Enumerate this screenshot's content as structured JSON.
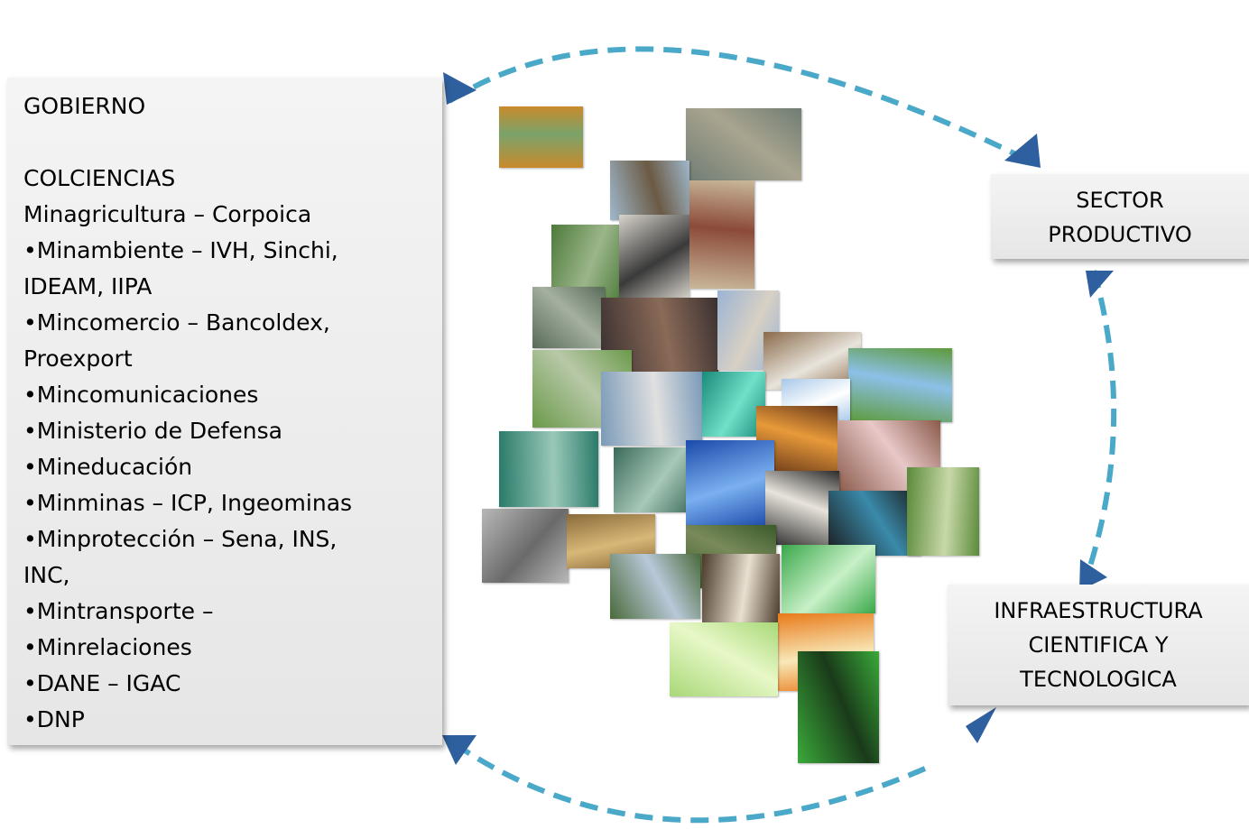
{
  "government": {
    "heading": "GOBIERNO",
    "lines": [
      "COLCIENCIAS",
      "Minagricultura – Corpoica",
      "•Minambiente – IVH, Sinchi,",
      "IDEAM, IIPA",
      "•Mincomercio – Bancoldex,",
      "Proexport",
      "•Mincomunicaciones",
      "•Ministerio de Defensa",
      "•Mineducación",
      "•Minminas – ICP, Ingeominas",
      "•Minprotección  –  Sena, INS,",
      "INC,",
      "•Mintransporte –",
      "•Minrelaciones",
      "•DANE –  IGAC",
      "•DNP"
    ]
  },
  "sector": {
    "line1": "SECTOR",
    "line2": "PRODUCTIVO"
  },
  "infra": {
    "line1": "INFRAESTRUCTURA",
    "line2": "CIENTIFICA Y",
    "line3": "TECNOLOGICA"
  },
  "colors": {
    "arrow_dash": "#4aa8c8",
    "arrow_head": "#2e5f9e",
    "panel": "#e8e8e8"
  },
  "collage_photos": [
    {
      "subject": "orange-leaves-photo",
      "colors": [
        "#c98a2c",
        "#7aa36a"
      ]
    },
    {
      "subject": "industrial-aerial-photo",
      "colors": [
        "#6f7d74",
        "#a9a48f"
      ]
    },
    {
      "subject": "ship-harbor-photo",
      "colors": [
        "#9fb8cc",
        "#6b5a44"
      ]
    },
    {
      "subject": "hillside-forest-photo",
      "colors": [
        "#4d7a3a",
        "#9bb68a"
      ]
    },
    {
      "subject": "lab-microscope-photo",
      "colors": [
        "#d8d4cc",
        "#3a3a3a"
      ]
    },
    {
      "subject": "tower-sketch-photo",
      "colors": [
        "#c9b89a",
        "#8b4a3a"
      ]
    },
    {
      "subject": "lagoon-photo",
      "colors": [
        "#5a6b5a",
        "#a4b0a0"
      ]
    },
    {
      "subject": "classroom-photo",
      "colors": [
        "#3a3030",
        "#8a6a58"
      ]
    },
    {
      "subject": "dome-building-photo",
      "colors": [
        "#9ab4d4",
        "#d8d0c4"
      ]
    },
    {
      "subject": "lab-workers-photo",
      "colors": [
        "#8a6a4a",
        "#e8e4dc"
      ]
    },
    {
      "subject": "green-field-photo",
      "colors": [
        "#5e9a3a",
        "#8cc0e8"
      ]
    },
    {
      "subject": "river-fields-photo",
      "colors": [
        "#6a9a4a",
        "#b8c8a8"
      ]
    },
    {
      "subject": "scientist-lab-photo",
      "colors": [
        "#7a9ab8",
        "#e0e0e0"
      ]
    },
    {
      "subject": "tunnel-tech-photo",
      "colors": [
        "#1a8a7a",
        "#70e0c8"
      ]
    },
    {
      "subject": "water-sky-photo",
      "colors": [
        "#a8c8e8",
        "#ffffff"
      ]
    },
    {
      "subject": "forge-glow-photo",
      "colors": [
        "#6a3a1a",
        "#e89a3a"
      ]
    },
    {
      "subject": "audience-photo",
      "colors": [
        "#8a5a4a",
        "#e8c8c8"
      ]
    },
    {
      "subject": "surgery-photo",
      "colors": [
        "#2a7a6a",
        "#9ac8b8"
      ]
    },
    {
      "subject": "ponds-photo",
      "colors": [
        "#3a6a5a",
        "#a8c8b8"
      ]
    },
    {
      "subject": "power-tower-photo",
      "colors": [
        "#1a4aaa",
        "#7ab0f0"
      ]
    },
    {
      "subject": "mushroom-photo",
      "colors": [
        "#2a2a2a",
        "#e8e4dc"
      ]
    },
    {
      "subject": "circuit-map-photo",
      "colors": [
        "#1a1a1a",
        "#3a8aaa"
      ]
    },
    {
      "subject": "sugarcane-photo",
      "colors": [
        "#5a8a3a",
        "#c8d8a8"
      ]
    },
    {
      "subject": "protective-suit-photo",
      "colors": [
        "#b8b8b8",
        "#6a6a6a"
      ]
    },
    {
      "subject": "tractor-field-photo",
      "colors": [
        "#8a6a3a",
        "#d8b878"
      ]
    },
    {
      "subject": "jungle-photo",
      "colors": [
        "#3a5a2a",
        "#7a8a5a"
      ]
    },
    {
      "subject": "stream-photo",
      "colors": [
        "#4a6a3a",
        "#b8c8d8"
      ]
    },
    {
      "subject": "pebbles-photo",
      "colors": [
        "#4a3a2a",
        "#e8e0d0"
      ]
    },
    {
      "subject": "leaf-frog-photo",
      "colors": [
        "#3aa84a",
        "#c8f0c8"
      ]
    },
    {
      "subject": "orange-flower-photo",
      "colors": [
        "#e87a1a",
        "#f8e8b8"
      ]
    },
    {
      "subject": "dragonfly-photo",
      "colors": [
        "#a8d878",
        "#e8f8c8"
      ]
    },
    {
      "subject": "frog-silhouette-photo",
      "colors": [
        "#3aaa3a",
        "#1a3a1a"
      ]
    }
  ]
}
